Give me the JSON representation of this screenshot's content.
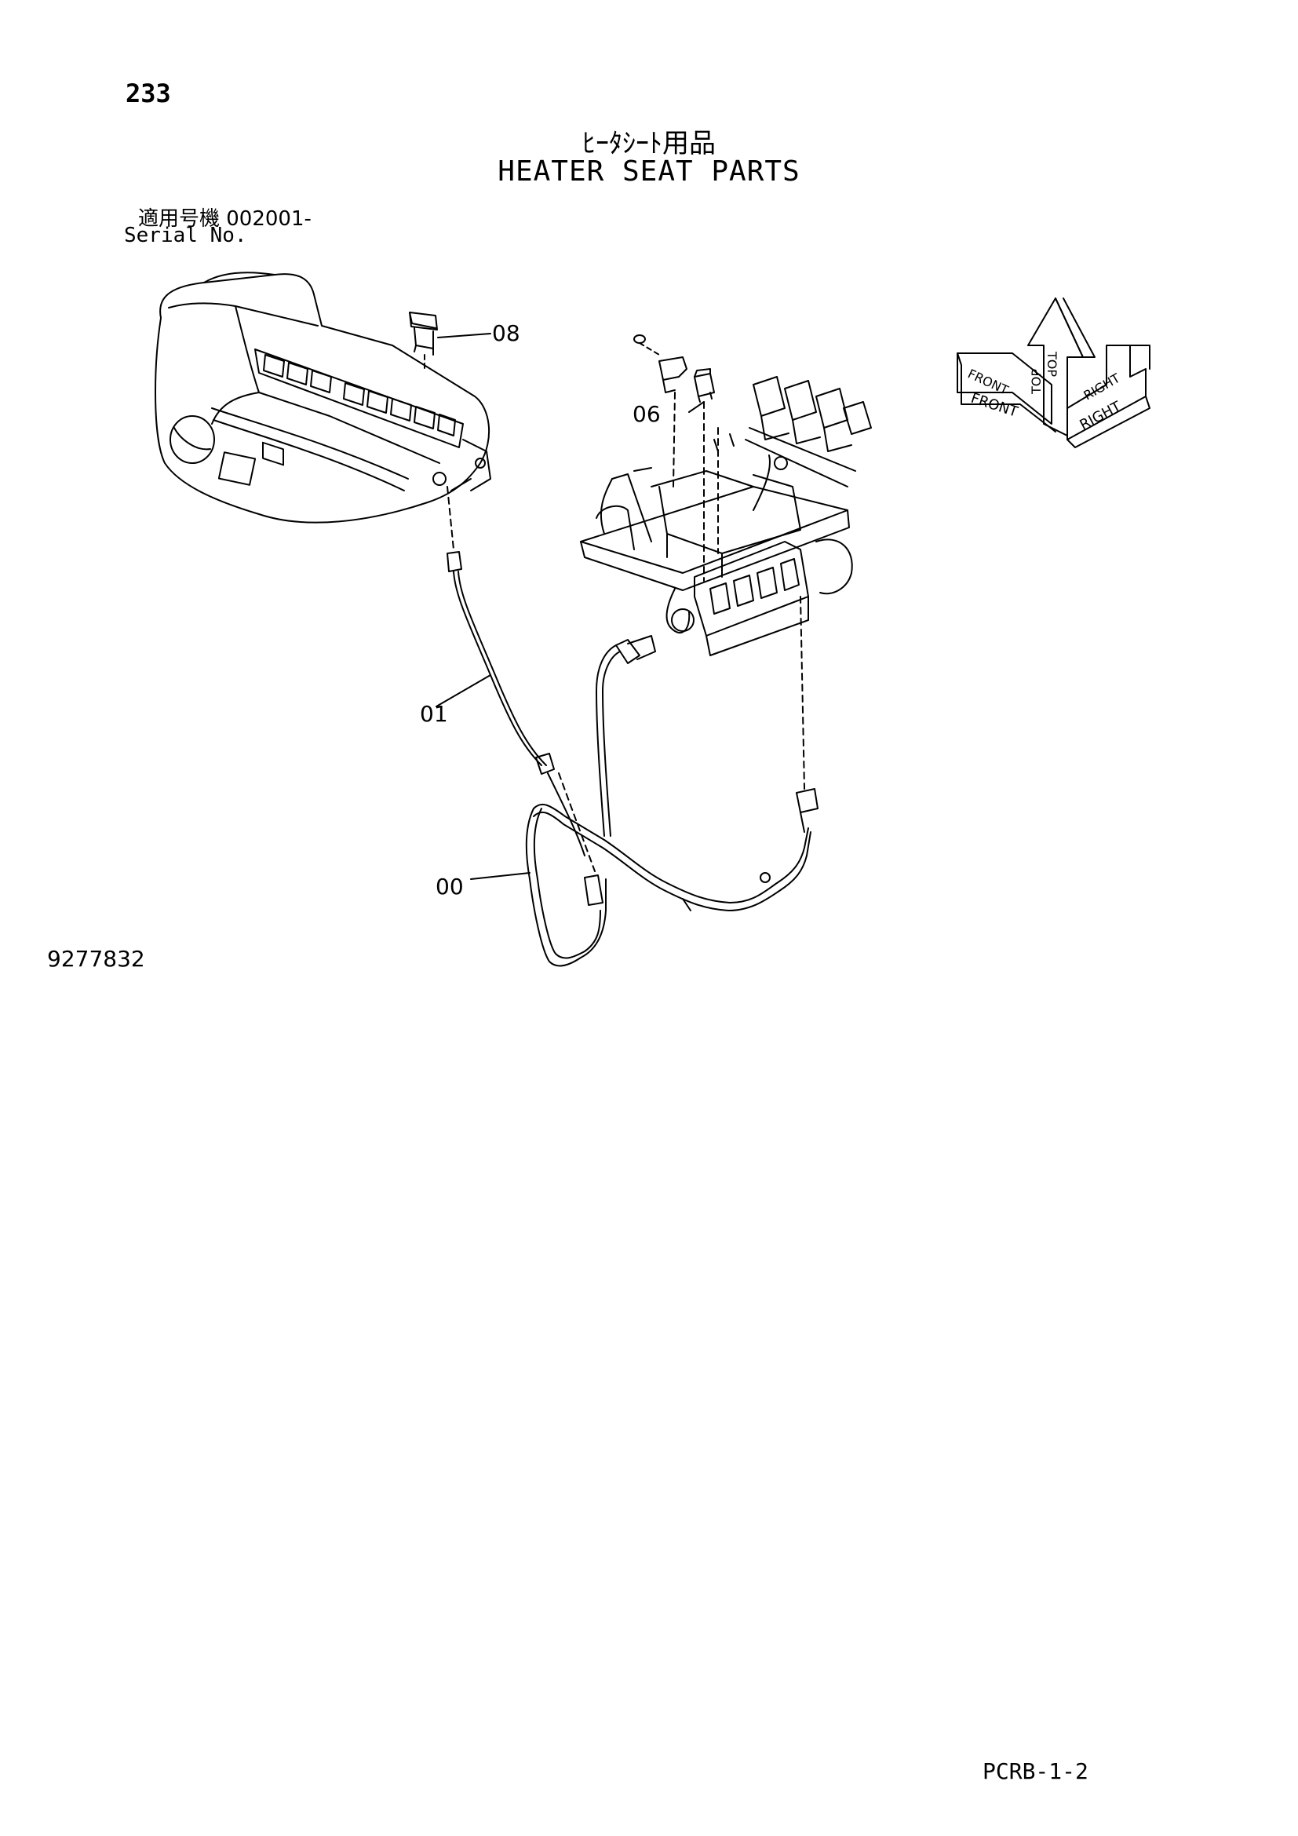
{
  "header": {
    "page_number": "233",
    "title_jp": "ﾋｰﾀｼｰﾄ用品",
    "title_en": "HEATER SEAT PARTS",
    "serial_label_jp": "適用号機  002001-",
    "serial_label_en": "Serial No."
  },
  "callouts": {
    "c08": "08",
    "c06": "06",
    "c01": "01",
    "c00": "00"
  },
  "orientation": {
    "front_upper": "FRONT",
    "front_lower": "FRONT",
    "top_left": "TOP",
    "top_right": "TOP",
    "right_upper": "RIGHT",
    "right_lower": "RIGHT"
  },
  "drawing_number": "9277832",
  "footer_code": "PCRB-1-2"
}
